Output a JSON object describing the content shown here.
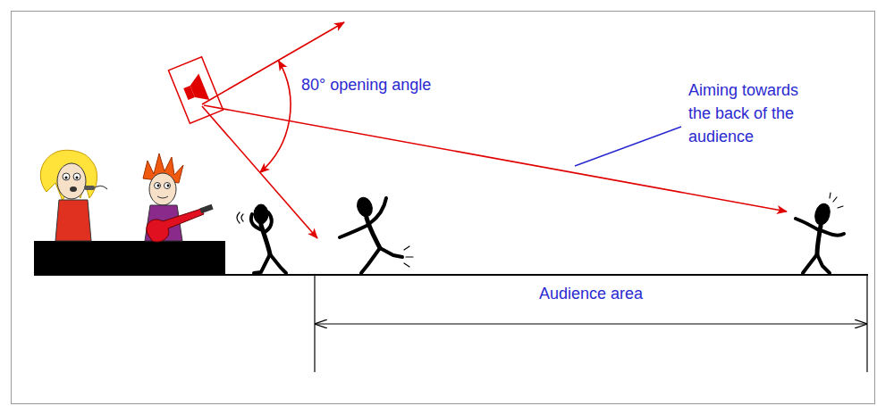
{
  "diagram": {
    "labels": [
      "80° opening angle",
      "Aiming towards the back of the audience",
      "Audience area"
    ]
  }
}
